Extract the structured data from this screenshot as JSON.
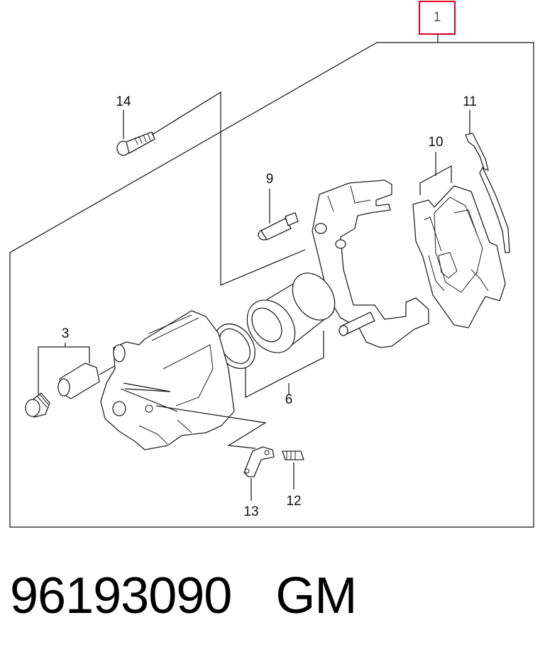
{
  "callouts": {
    "c1": "1",
    "c3": "3",
    "c6": "6",
    "c9": "9",
    "c10": "10",
    "c11": "11",
    "c12": "12",
    "c13": "13",
    "c14": "14"
  },
  "highlight_color": "#d9001b",
  "caption": {
    "part_number": "96193090",
    "brand": "GM"
  }
}
